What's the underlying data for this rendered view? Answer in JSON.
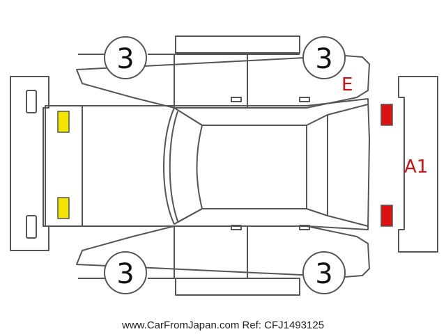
{
  "tires": {
    "front_left": "3",
    "rear_left": "3",
    "front_right": "3",
    "rear_right": "3"
  },
  "damage_marks": {
    "E": "E",
    "A1": "A1"
  },
  "footer": {
    "watermark": "www.CarFromJapan.com Ref: CFJ1493125"
  },
  "colors": {
    "outline": "#555555",
    "damage_text": "#cc1111",
    "headlight": "#f2e600",
    "taillight": "#dd1111"
  }
}
